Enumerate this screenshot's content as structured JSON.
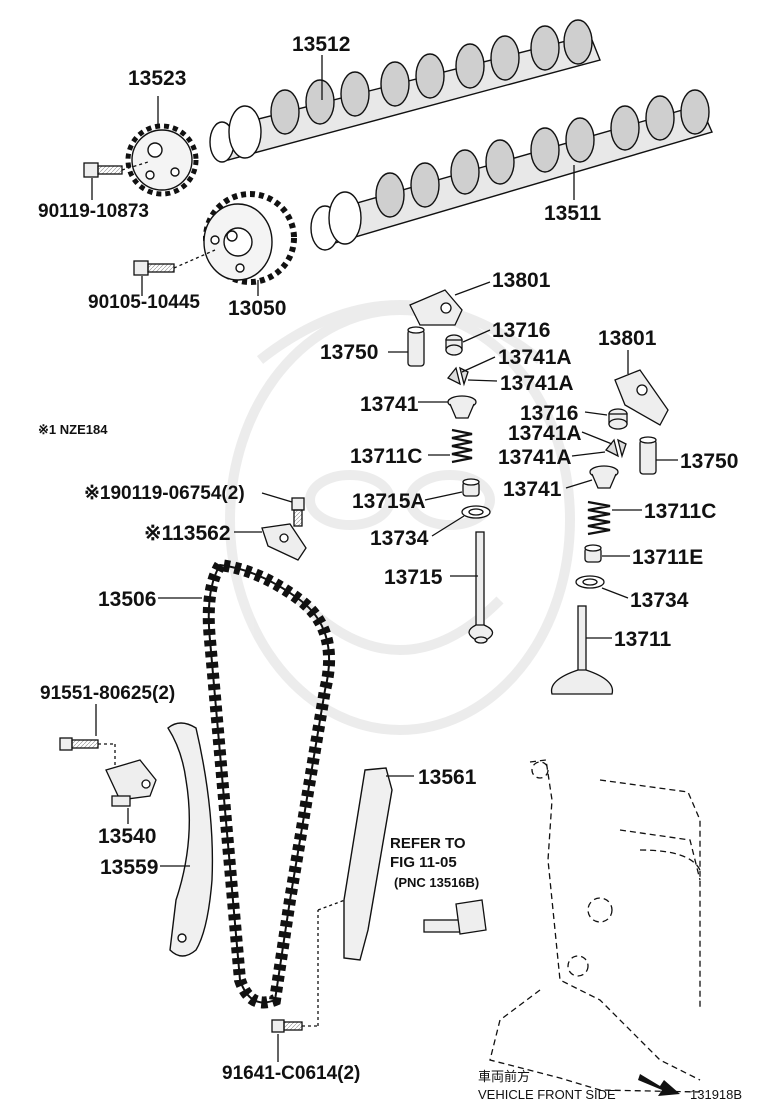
{
  "diagram": {
    "figure_id": "131918B",
    "direction_note_jp": "車両前方",
    "direction_note_en": "VEHICLE FRONT SIDE",
    "footnote": "※1 NZE184",
    "refer_note": {
      "line1": "REFER TO",
      "line2": "FIG 11-05",
      "line3": "(PNC 13516B)"
    },
    "parts": {
      "p13512": "13512",
      "p13523": "13523",
      "p13511": "13511",
      "p90119_10873": "90119-10873",
      "p90105_10445": "90105-10445",
      "p13050": "13050",
      "p13801_a": "13801",
      "p13716_a": "13716",
      "p13750_a": "13750",
      "p13741A_1": "13741A",
      "p13741A_2": "13741A",
      "p13741_a": "13741",
      "p13711C_a": "13711C",
      "p13715A": "13715A",
      "p13734_a": "13734",
      "p13715": "13715",
      "p13801_b": "13801",
      "p13716_b": "13716",
      "p13741A_3": "13741A",
      "p13741A_4": "13741A",
      "p13750_b": "13750",
      "p13741_b": "13741",
      "p13711C_b": "13711C",
      "p13711E": "13711E",
      "p13734_b": "13734",
      "p13711": "13711",
      "p90119_06754": "※190119-06754(2)",
      "p13562": "※113562",
      "p13506": "13506",
      "p91551_80625": "91551-80625(2)",
      "p13540": "13540",
      "p13559": "13559",
      "p13561": "13561",
      "p91641_C0614": "91641-C0614(2)"
    }
  }
}
